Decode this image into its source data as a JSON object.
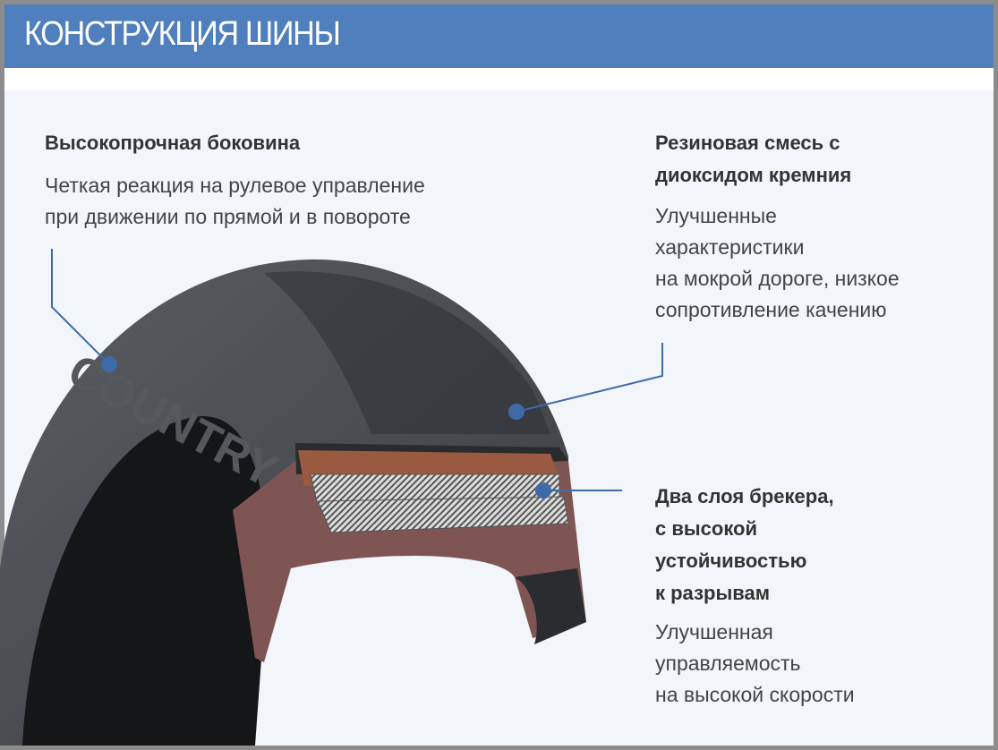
{
  "header": {
    "title": "КОНСТРУКЦИЯ ШИНЫ"
  },
  "callouts": [
    {
      "title": [
        "Высокопрочная боковина"
      ],
      "description": [
        "Четкая реакция на рулевое управление",
        "при движении по прямой и в повороте"
      ]
    },
    {
      "title": [
        "Резиновая смесь с",
        "диоксидом кремния"
      ],
      "description": [
        "Улучшенные",
        "характеристики",
        "на мокрой дороге, низкое",
        "сопротивление качению"
      ]
    },
    {
      "title": [
        "Два слоя брекера,",
        "с высокой",
        "устойчивостью",
        "к разрывам"
      ],
      "description": [
        "Улучшенная",
        "управляемость",
        "на высокой скорости"
      ]
    }
  ],
  "tire": {
    "sidewall_text": "COUNTRY"
  },
  "colors": {
    "accent": "#4f7fbd",
    "background": "#f2f5fa",
    "text": "#333333",
    "casing": "#8a5a58",
    "belt": "#9a5a40"
  }
}
